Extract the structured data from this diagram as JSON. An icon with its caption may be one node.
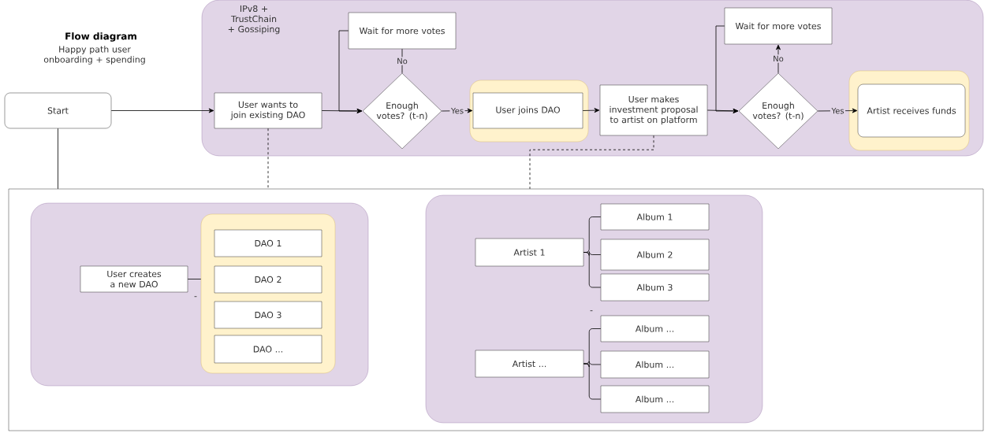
{
  "diagram": {
    "title": "Flow diagram",
    "caption": "Happy path user onboarding + spending",
    "nodes": [
      {
        "text": [
          "IPv8 + TrustChain + Gossiping"
        ]
      },
      {
        "text": [
          "Start"
        ]
      },
      {
        "text": [
          "User wants to join existing DAO"
        ],
        "in": 0
      },
      {
        "text": [
          "Wait for more votes"
        ],
        "in": 0
      },
      {
        "text": [
          "Enough votes? (t-n)"
        ],
        "in": 0
      },
      {
        "text": [],
        "shape": "box",
        "in": 0
      },
      {
        "text": [
          "User joins DAO"
        ],
        "in": 5
      },
      {
        "text": [
          "User makes investment proposal to artist on platform"
        ],
        "in": 0
      },
      {
        "text": [
          "Wait for more votes"
        ],
        "in": 0
      },
      {
        "text": [
          "Enough votes? (t-n)"
        ],
        "in": 0
      },
      {
        "text": [],
        "shape": "box",
        "in": 0
      },
      {
        "text": [
          "Artist receives funds"
        ],
        "in": 10
      },
      {
        "text": [],
        "shape": "box"
      },
      {
        "text": [],
        "shape": "box",
        "in": 12
      },
      {
        "text": [
          "User creates a new DAO"
        ],
        "in": 13
      },
      {
        "text": [],
        "shape": "box",
        "in": 13
      },
      {
        "text": [
          "DAO 1"
        ],
        "in": 15
      },
      {
        "text": [
          "DAO 2"
        ],
        "in": 15
      },
      {
        "text": [
          "DAO 3"
        ],
        "in": 15
      },
      {
        "text": [
          "DAO ..."
        ],
        "in": 15
      },
      {
        "text": [],
        "shape": "box",
        "in": 12
      },
      {
        "text": [
          "Artist 1"
        ],
        "in": 20
      },
      {
        "text": [
          "Album 1"
        ],
        "in": 20
      },
      {
        "text": [
          "Album 2"
        ],
        "in": 20
      },
      {
        "text": [
          "Album 3"
        ],
        "in": 20
      },
      {
        "text": [
          "Artist ..."
        ],
        "in": 20
      },
      {
        "text": [
          "Album ..."
        ],
        "in": 20
      },
      {
        "text": [
          "Album ..."
        ],
        "in": 20
      },
      {
        "text": [
          "Album ..."
        ],
        "in": 20
      }
    ],
    "edges": [
      {
        "from": 1,
        "to": 2,
        "arrow": "to"
      },
      {
        "from": 2,
        "to": 4,
        "arrow": "to"
      },
      {
        "from": 4,
        "to": 3,
        "arrow": "none",
        "label": "No"
      },
      {
        "from": 3,
        "to": 4,
        "arrow": "to"
      },
      {
        "from": 4,
        "to": 6,
        "arrow": "to",
        "label": "Yes"
      },
      {
        "from": 6,
        "to": 7,
        "arrow": "to"
      },
      {
        "from": 7,
        "to": 9,
        "arrow": "to"
      },
      {
        "from": 9,
        "to": 8,
        "arrow": "to",
        "label": "No"
      },
      {
        "from": 8,
        "to": 9,
        "arrow": "to"
      },
      {
        "from": 9,
        "to": 11,
        "arrow": "to",
        "label": "Yes"
      },
      {
        "from": 1,
        "to": 12,
        "arrow": "none"
      },
      {
        "from": 2,
        "to": 12,
        "arrow": "none",
        "style": "dashed"
      },
      {
        "from": 7,
        "to": 12,
        "arrow": "none",
        "style": "dashed"
      },
      {
        "from": 14,
        "to": 15,
        "arrow": "none"
      },
      {
        "from": 21,
        "to": 22,
        "arrow": "none"
      },
      {
        "from": 21,
        "to": 23,
        "arrow": "none"
      },
      {
        "from": 21,
        "to": 24,
        "arrow": "none"
      },
      {
        "from": 25,
        "to": 26,
        "arrow": "none"
      },
      {
        "from": 25,
        "to": 27,
        "arrow": "none"
      },
      {
        "from": 25,
        "to": 28,
        "arrow": "none"
      }
    ],
    "labels": [
      "-",
      "-"
    ]
  }
}
